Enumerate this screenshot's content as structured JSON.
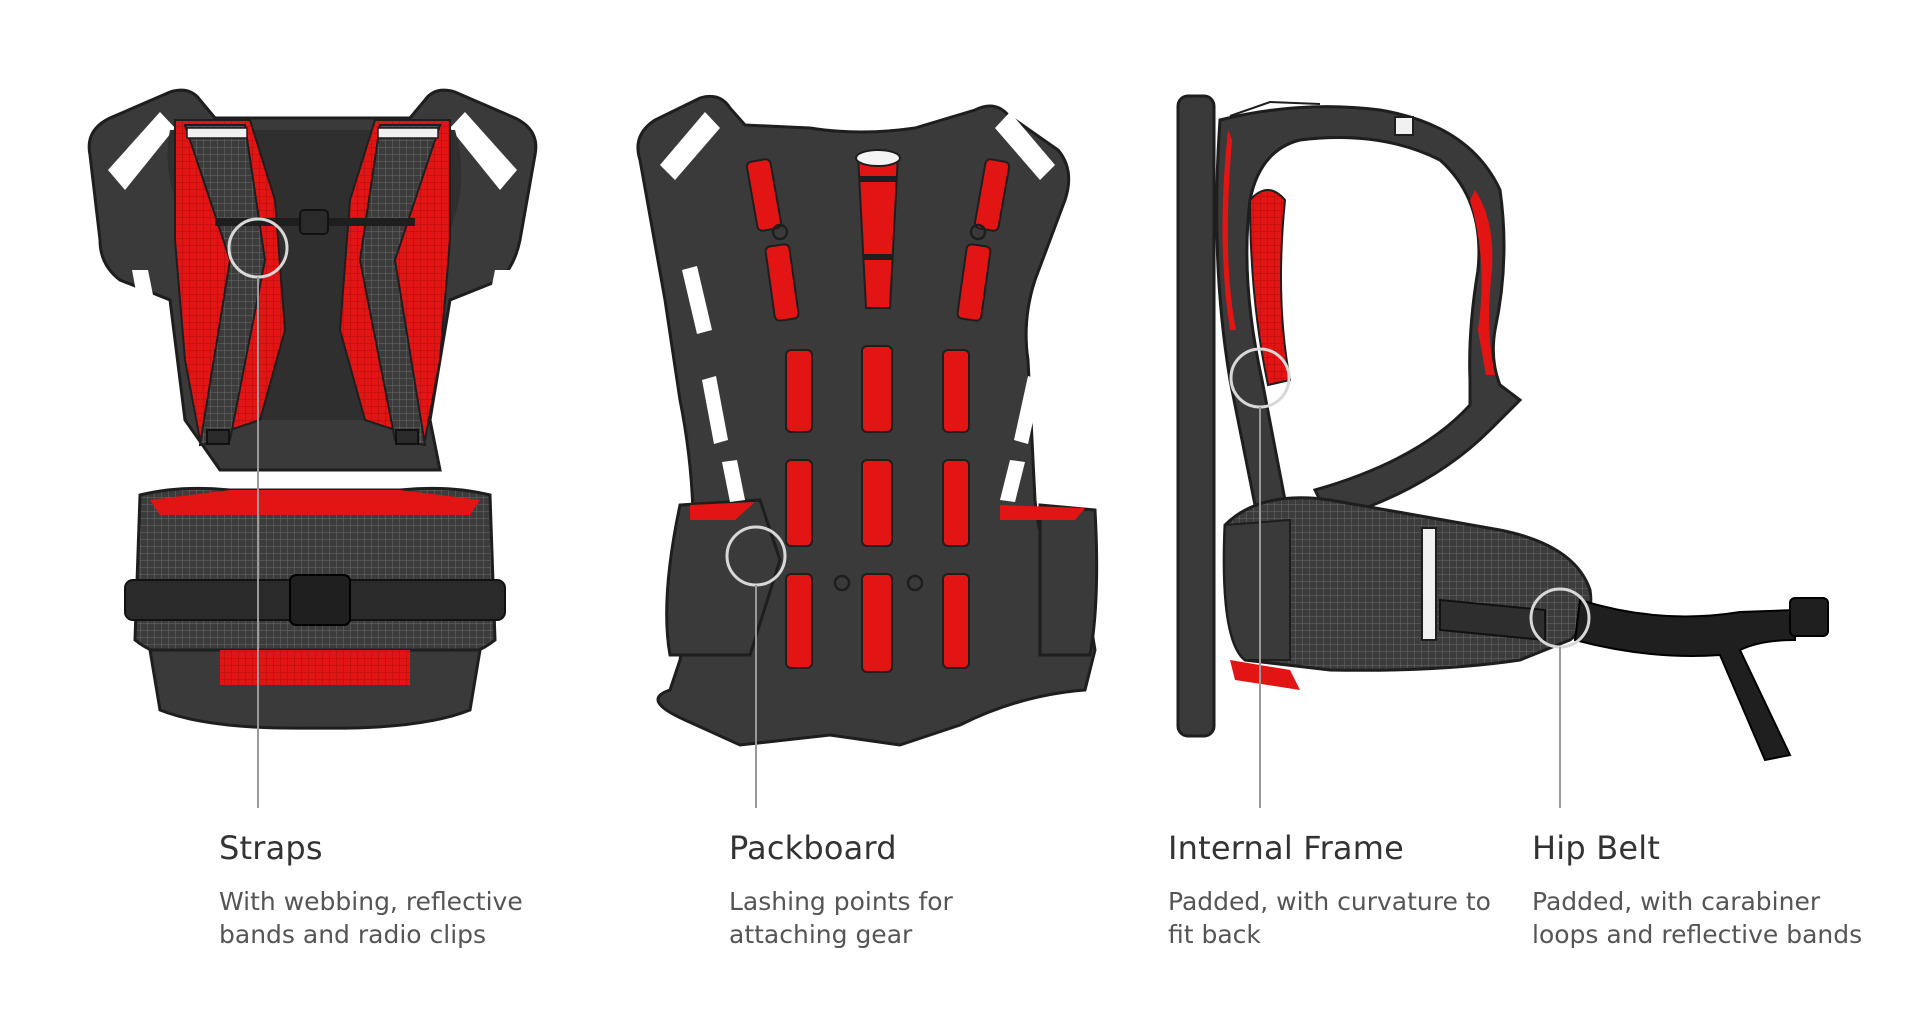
{
  "colors": {
    "frame": "#3a3a3a",
    "frame_dark": "#262626",
    "padding_red": "#e31414",
    "mesh": "#4a4a4a",
    "reflective": "#f0f0f0",
    "leader": "#9a9a9a"
  },
  "callouts": [
    {
      "title": "Straps",
      "description": "With webbing, reflective bands and radio clips"
    },
    {
      "title": "Packboard",
      "description": "Lashing points for attaching gear"
    },
    {
      "title": "Internal Frame",
      "description": "Padded, with curvature to fit back"
    },
    {
      "title": "Hip Belt",
      "description": "Padded, with carabiner loops and reflective bands"
    }
  ]
}
